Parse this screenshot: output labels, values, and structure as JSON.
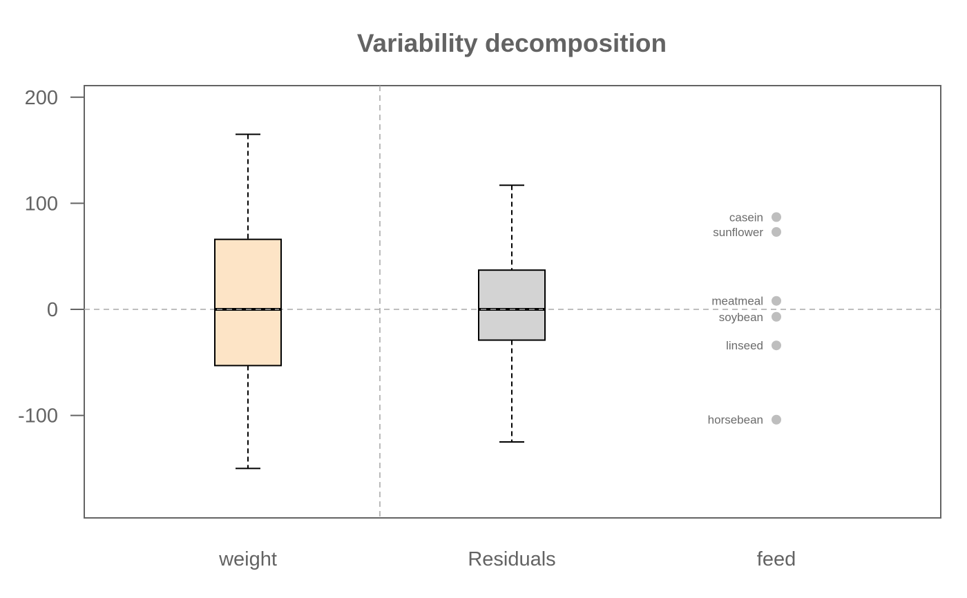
{
  "chart_data": {
    "type": "box",
    "title": "Variability decomposition",
    "xlabel": "",
    "ylabel": "",
    "ylim": [
      -196,
      210
    ],
    "yticks": [
      -100,
      0,
      100,
      200
    ],
    "grid": false,
    "reference_line_y": 0,
    "categories": [
      "weight",
      "Residuals",
      "feed"
    ],
    "boxes": [
      {
        "name": "weight",
        "fill": "#fde4c6",
        "whisker_low": -150,
        "q1": -53,
        "median": 0,
        "q3": 66,
        "whisker_high": 165
      },
      {
        "name": "Residuals",
        "fill": "#d3d3d3",
        "whisker_low": -125,
        "q1": -29,
        "median": 0,
        "q3": 37,
        "whisker_high": 117
      }
    ],
    "points": {
      "category": "feed",
      "color": "#bebebe",
      "items": [
        {
          "label": "casein",
          "value": 87
        },
        {
          "label": "sunflower",
          "value": 73
        },
        {
          "label": "meatmeal",
          "value": 8
        },
        {
          "label": "soybean",
          "value": -7
        },
        {
          "label": "linseed",
          "value": -34
        },
        {
          "label": "horsebean",
          "value": -104
        }
      ]
    }
  }
}
